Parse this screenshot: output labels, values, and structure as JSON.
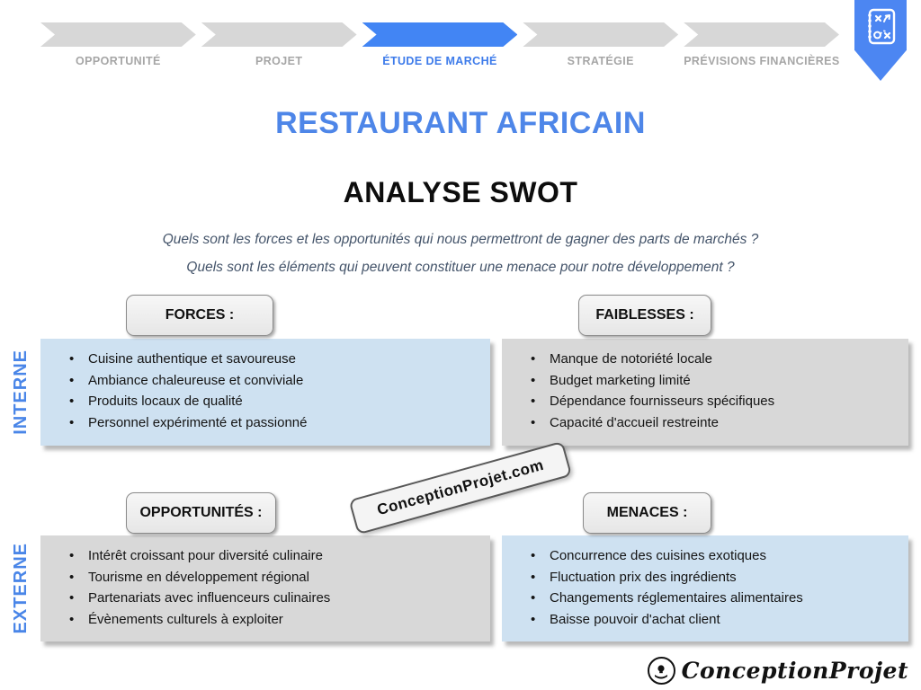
{
  "nav": {
    "steps": [
      {
        "label": "OPPORTUNITÉ",
        "active": false
      },
      {
        "label": "PROJET",
        "active": false
      },
      {
        "label": "ÉTUDE DE MARCHÉ",
        "active": true
      },
      {
        "label": "STRATÉGIE",
        "active": false
      },
      {
        "label": "PRÉVISIONS FINANCIÈRES",
        "active": false
      }
    ],
    "bookmark_icon": "strategy-playbook-icon"
  },
  "header": {
    "title": "RESTAURANT AFRICAIN",
    "subtitle": "ANALYSE SWOT",
    "questions": [
      "Quels sont les forces et les opportunités qui nous permettront de gagner des parts de marchés ?",
      "Quels sont les éléments qui peuvent constituer une menace pour notre développement ?"
    ]
  },
  "swot": {
    "row_labels": [
      {
        "label": "INTERNE"
      },
      {
        "label": "EXTERNE"
      }
    ],
    "quadrants": [
      {
        "id": "forces",
        "title": "FORCES :",
        "tone": "blue",
        "items": [
          "Cuisine authentique et savoureuse",
          "Ambiance chaleureuse et conviviale",
          "Produits locaux de qualité",
          "Personnel expérimenté et passionné"
        ]
      },
      {
        "id": "faiblesses",
        "title": "FAIBLESSES :",
        "tone": "gray",
        "items": [
          "Manque de notoriété locale",
          "Budget marketing limité",
          "Dépendance fournisseurs spécifiques",
          "Capacité d'accueil restreinte"
        ]
      },
      {
        "id": "opportunites",
        "title": "OPPORTUNITÉS :",
        "tone": "gray",
        "items": [
          "Intérêt croissant pour diversité culinaire",
          "Tourisme en développement régional",
          "Partenariats avec influenceurs culinaires",
          "Évènements culturels à exploiter"
        ]
      },
      {
        "id": "menaces",
        "title": "MENACES :",
        "tone": "blue",
        "items": [
          "Concurrence des cuisines exotiques",
          "Fluctuation prix des ingrédients",
          "Changements réglementaires alimentaires",
          "Baisse pouvoir d'achat client"
        ]
      }
    ]
  },
  "watermark": {
    "text": "ConceptionProjet.com"
  },
  "footer": {
    "brand": "ConceptionProjet",
    "logo_icon": "hand-lightbulb-icon"
  },
  "colors": {
    "accent_blue": "#4285F4",
    "title_blue": "#4E86E8",
    "light_blue_panel": "#CEE1F1",
    "gray_panel": "#D8D8D8",
    "nav_gray": "#D7D7D7",
    "nav_label_gray": "#A6A6A6",
    "question_text": "#44546A"
  }
}
